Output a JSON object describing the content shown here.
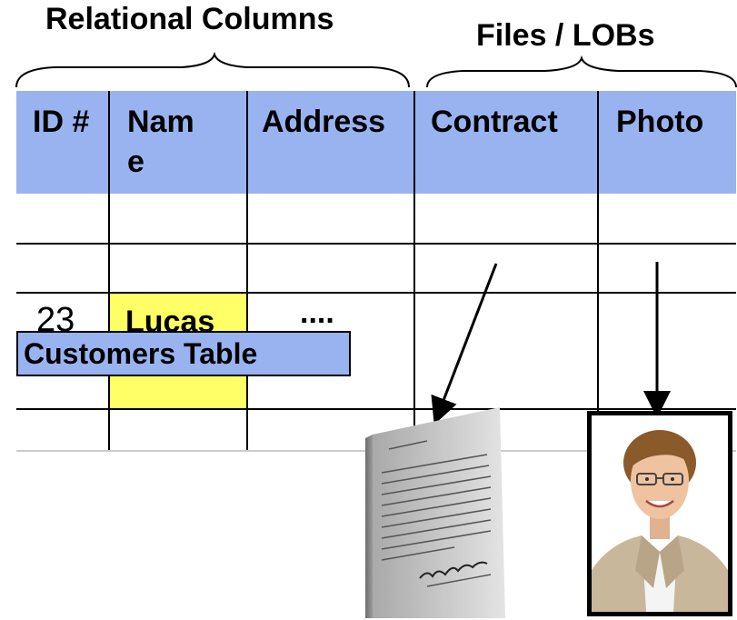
{
  "groups": {
    "relational": "Relational Columns",
    "files": "Files / LOBs"
  },
  "table": {
    "headers": [
      "ID #",
      "Name",
      "Address",
      "Contract",
      "Photo"
    ],
    "row": {
      "id": "23",
      "name": "Lucas",
      "address": "...."
    },
    "caption": "Customers Table"
  },
  "colors": {
    "header_fill": "#99b3f0",
    "highlight": "#ffff66"
  },
  "icons": [
    "document-icon",
    "person-photo"
  ]
}
